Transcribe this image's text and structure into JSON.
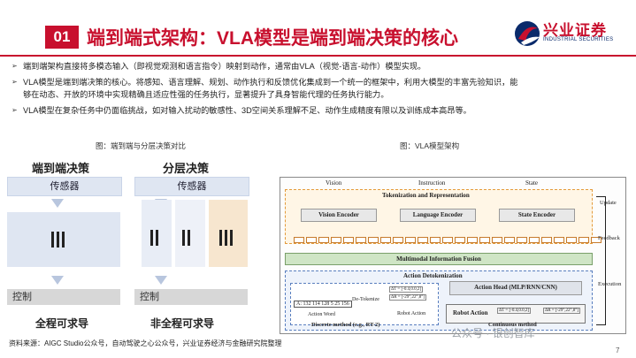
{
  "header": {
    "number": "01",
    "title": "端到端式架构：VLA模型是端到端决策的核心",
    "logo_cn": "兴业证券",
    "logo_en": "INDUSTRIAL SECURITIES"
  },
  "bullets": [
    {
      "text": "端到端架构直接将多模态输入（即视觉观测和语言指令）映射到动作，通常由VLA（视觉-语言-动作）模型实现。"
    },
    {
      "line1": "VLA模型是端到端决策的核心。将感知、语言理解、规划、动作执行和反馈优化集成到一个统一的框架中，利用大模型的丰富先验知识，能",
      "line2": "够在动态、开放的环境中实现精确且适应性强的任务执行，显著提升了具身智能代理的任务执行能力。"
    },
    {
      "text": "VLA模型在复杂任务中仍面临挑战，如对输入扰动的敏感性、3D空间关系理解不足、动作生成精度有限以及训练成本高昂等。"
    }
  ],
  "left_figure": {
    "caption": "图：端到端与分层决策对比",
    "left_title": "端到端决策",
    "right_title": "分层决策",
    "sensor": "传感器",
    "control": "控制",
    "left_footer": "全程可求导",
    "right_footer": "非全程可求导"
  },
  "right_figure": {
    "caption": "图：VLA模型架构",
    "inputs": [
      "Vision",
      "Instruction",
      "State"
    ],
    "tokenization": "Tokenization and Representation",
    "encoders": [
      "Vision Encoder",
      "Language Encoder",
      "State Encoder"
    ],
    "fusion": "Multimodal Information Fusion",
    "detokenization": "Action Detokenization",
    "token_seq": "A: 132 114 128 5 25 156",
    "action_word": "Action Word",
    "de_tokenize": "De-Tokenize",
    "robot_action_small": "Robot Action",
    "delta_1": "ΔT = [-0.4,0.0,2]",
    "delta_2": "ΔR = [-29°,22°,8°]",
    "delta_3": "ΔT = [-0.4,0.0,2]",
    "delta_4": "ΔR = [-29°,22°,8°]",
    "discrete": "Discrete method (e.g., RT-2)",
    "action_head": "Action Head (MLP/RNN/CNN)",
    "robot_action": "Robot Action",
    "continuous": "Continuous method",
    "side_labels": [
      "Update",
      "Feedback",
      "Execution"
    ]
  },
  "source": "资料来源：AIGC Studio公众号，自动驾驶之心公众号，兴业证券经济与金融研究院整理",
  "watermark": "公众号 · 银创智库",
  "page_number": "7",
  "colors": {
    "brand_red": "#c8102e",
    "navy": "#0a2a6b"
  }
}
